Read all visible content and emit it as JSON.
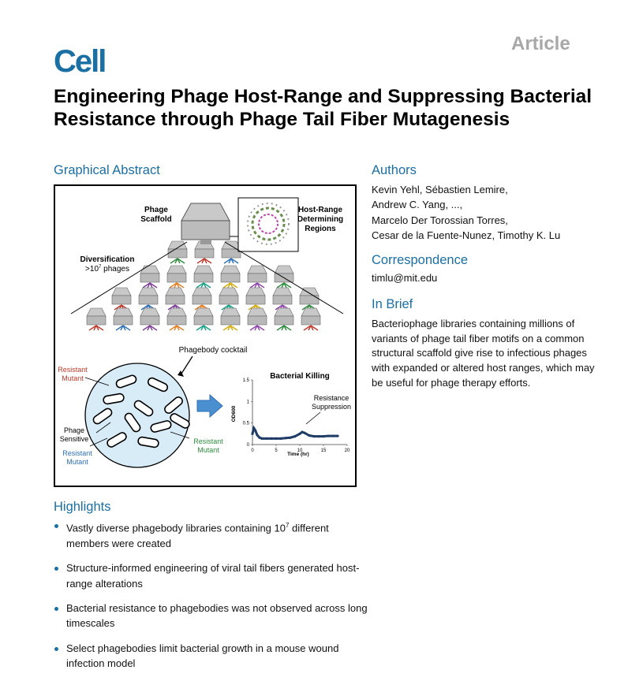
{
  "header": {
    "article_label": "Article",
    "journal": "Cell"
  },
  "title": "Engineering Phage Host-Range and Suppressing Bacterial Resistance through Phage Tail Fiber Mutagenesis",
  "graphical_abstract": {
    "heading": "Graphical Abstract",
    "labels": {
      "phage": "Phage",
      "scaffold": "Scaffold",
      "host_range": "Host-Range",
      "determining": "Determining",
      "regions": "Regions",
      "diversification": "Diversification",
      "phages_count": ">10",
      "phages_exp": "7",
      "phages_word": " phages",
      "cocktail": "Phagebody cocktail",
      "resistant": "Resistant",
      "mutant": "Mutant",
      "phage_word": "Phage",
      "sensitive": "Sensitive",
      "killing_title": "Bacterial Killing",
      "resistance": "Resistance",
      "suppression": "Suppression",
      "y_axis": "OD600",
      "x_axis": "Time (hr)"
    }
  },
  "chart_data": {
    "type": "line",
    "title": "Bacterial Killing",
    "xlabel": "Time (hr)",
    "ylabel": "OD600",
    "xlim": [
      0,
      20
    ],
    "ylim": [
      0,
      1.5
    ],
    "xticks": [
      "0",
      "5",
      "10",
      "15",
      "20"
    ],
    "yticks": [
      "0",
      "0.5",
      "1",
      "1.5"
    ],
    "annotation": "Resistance Suppression",
    "series": [
      {
        "x": [
          0,
          0.3,
          0.6,
          1,
          1.5,
          2,
          3,
          4,
          5,
          6,
          7,
          8,
          9,
          10,
          10.5,
          11,
          12,
          13,
          14,
          15,
          16,
          17,
          18
        ],
        "y": [
          0.25,
          0.38,
          0.33,
          0.22,
          0.16,
          0.14,
          0.14,
          0.14,
          0.14,
          0.14,
          0.15,
          0.16,
          0.19,
          0.25,
          0.29,
          0.27,
          0.21,
          0.19,
          0.19,
          0.19,
          0.2,
          0.2,
          0.2
        ]
      }
    ]
  },
  "authors": {
    "heading": "Authors",
    "lines": [
      "Kevin Yehl, Sébastien Lemire,",
      "Andrew C. Yang, ...,",
      "Marcelo Der Torossian Torres,",
      "Cesar de la Fuente-Nunez, Timothy K. Lu"
    ]
  },
  "correspondence": {
    "heading": "Correspondence",
    "email": "timlu@mit.edu"
  },
  "in_brief": {
    "heading": "In Brief",
    "text": "Bacteriophage libraries containing millions of variants of phage tail fiber motifs on a common structural scaffold give rise to infectious phages with expanded or altered host ranges, which may be useful for phage therapy efforts."
  },
  "highlights": {
    "heading": "Highlights",
    "items": [
      {
        "pre": "Vastly diverse phagebody libraries containing 10",
        "sup": "7",
        "post": " different members were created"
      },
      {
        "pre": "Structure-informed engineering of viral tail fibers generated host-range alterations",
        "sup": "",
        "post": ""
      },
      {
        "pre": "Bacterial resistance to phagebodies was not observed across long timescales",
        "sup": "",
        "post": ""
      },
      {
        "pre": "Select phagebodies limit bacterial growth in a mouse wound infection model",
        "sup": "",
        "post": ""
      }
    ]
  },
  "colors": {
    "accent": "#1a6fa3",
    "article_gray": "#a8a8a8",
    "resistant_red": "#c0392b",
    "resistant_blue": "#2e6fb5",
    "resistant_green": "#2e8b3e"
  }
}
